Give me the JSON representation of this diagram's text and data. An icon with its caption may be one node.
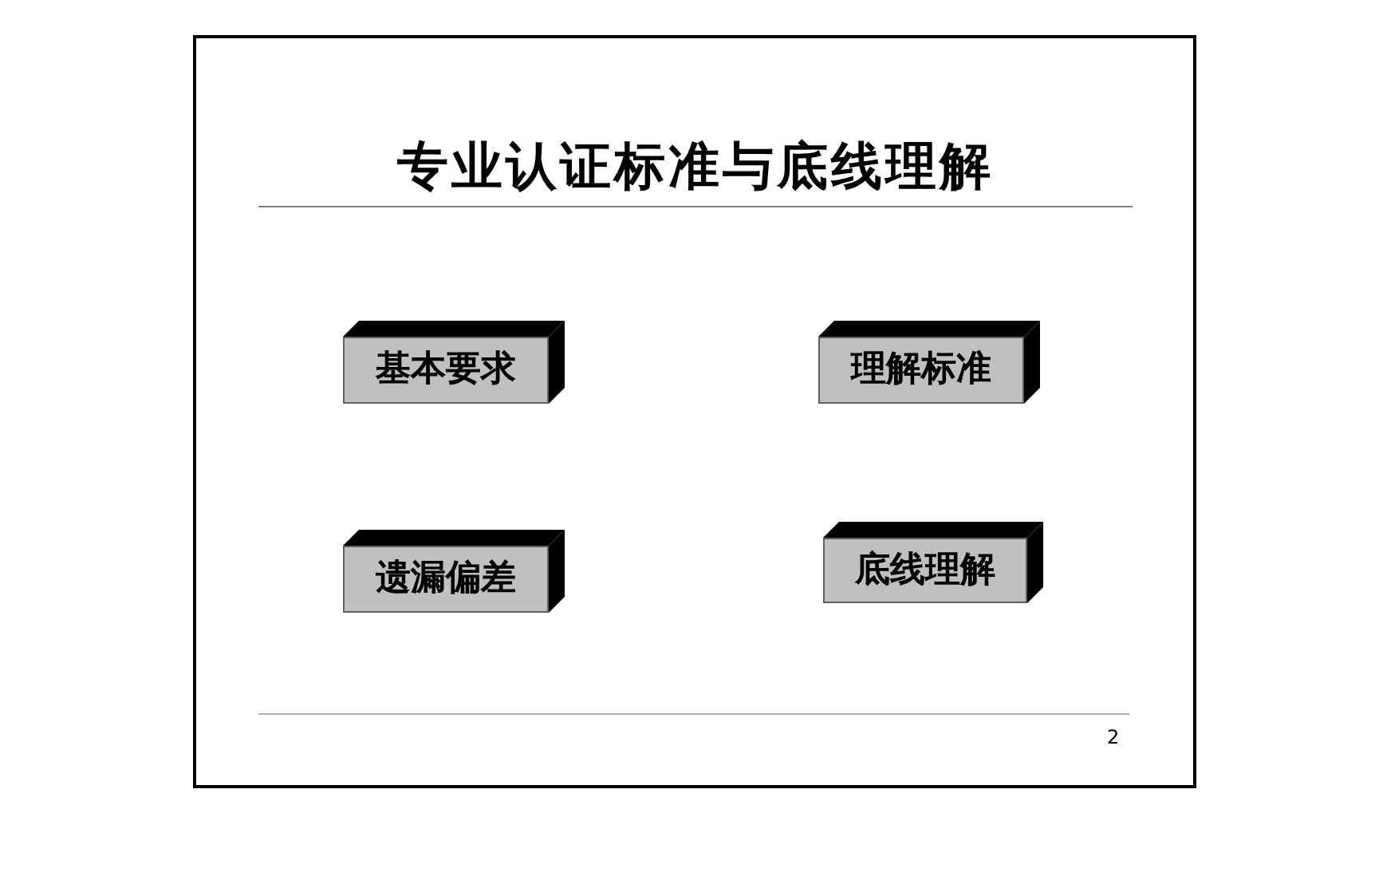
{
  "diagram": {
    "title": "专业认证标准与底线理解",
    "nodes": [
      {
        "text": [
          "基本要求"
        ]
      },
      {
        "text": [
          "理解标准"
        ]
      },
      {
        "text": [
          "遗漏偏差"
        ]
      },
      {
        "text": [
          "底线理解"
        ]
      }
    ],
    "labels": [
      "2"
    ]
  }
}
